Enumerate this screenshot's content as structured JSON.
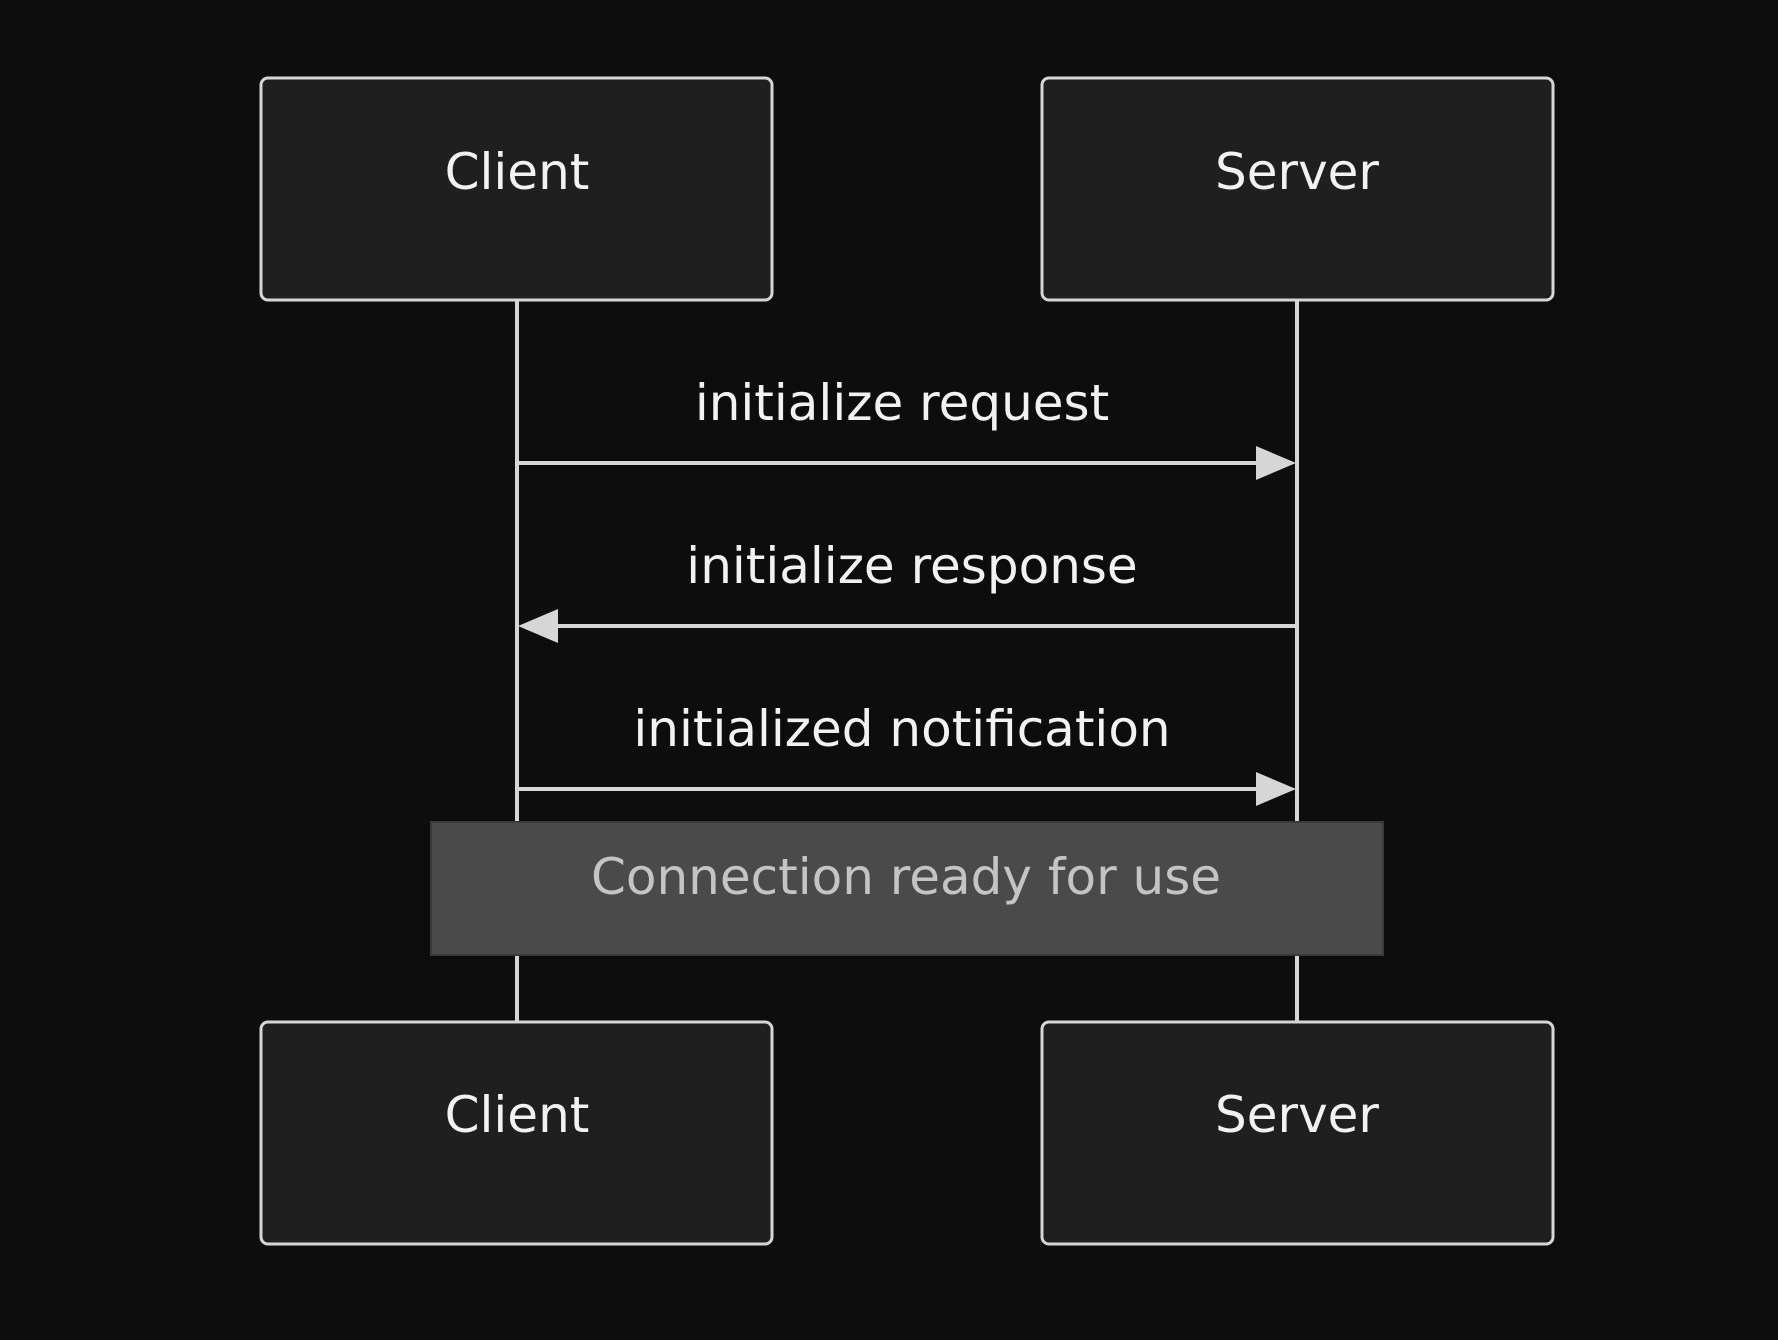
{
  "participants": {
    "client_top": "Client",
    "server_top": "Server",
    "client_bottom": "Client",
    "server_bottom": "Server"
  },
  "messages": [
    {
      "from": "Client",
      "to": "Server",
      "label": "initialize request"
    },
    {
      "from": "Server",
      "to": "Client",
      "label": "initialize response"
    },
    {
      "from": "Client",
      "to": "Server",
      "label": "initialized notification"
    }
  ],
  "note": {
    "text": "Connection ready for use"
  },
  "colors": {
    "background": "#0d0d0e",
    "box_fill": "#1f1f20",
    "line": "#d6d6d6",
    "note_fill": "#4a4a4a",
    "note_text": "#c4c4c4",
    "text": "#f2f2f2"
  }
}
